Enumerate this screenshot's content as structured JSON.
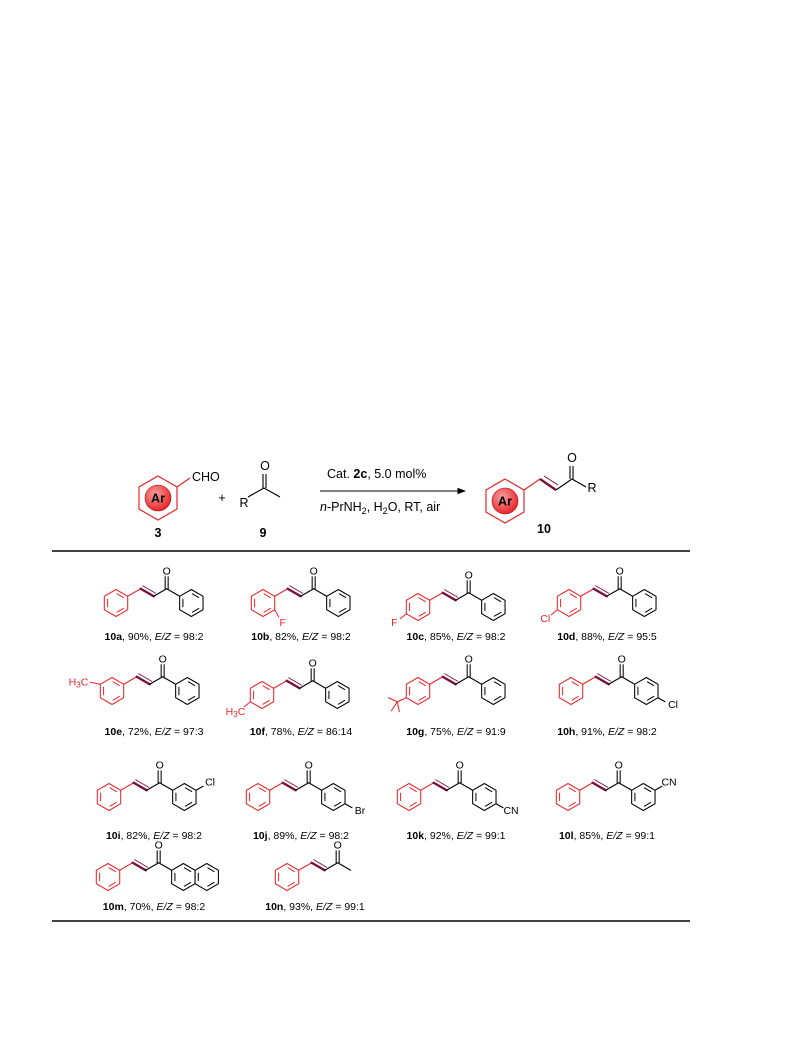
{
  "colors": {
    "ar_red": "#e8262a",
    "bond_purple": "#7a0f3c",
    "rule": "#000000"
  },
  "scheme": {
    "reactant1": {
      "ring_label": "Ar",
      "group": "CHO",
      "number": "3"
    },
    "plus": "+",
    "reactant2": {
      "o_label": "O",
      "r_label": "R",
      "number": "9"
    },
    "conditions": {
      "above": {
        "pre": "Cat. ",
        "bold": "2c",
        "post": ", 5.0 mol%"
      },
      "below": {
        "italic": "n",
        "pre": "-PrNH",
        "sub": "2",
        "mid": ", H",
        "sub2": "2",
        "post": "O, RT, air"
      }
    },
    "product": {
      "ring_label": "Ar",
      "o_label": "O",
      "r_label": "R",
      "number": "10"
    }
  },
  "compounds": [
    {
      "id": "10a",
      "yield": ", 90%, ",
      "ez": " = 98:2"
    },
    {
      "id": "10b",
      "yield": ", 82%, ",
      "ez": " = 98:2",
      "sub": "F"
    },
    {
      "id": "10c",
      "yield": ", 85%, ",
      "ez": " = 98:2",
      "sub": "F"
    },
    {
      "id": "10d",
      "yield": ", 88%, ",
      "ez": " = 95:5",
      "sub": "Cl"
    },
    {
      "id": "10e",
      "yield": ", 72%, ",
      "ez": " = 97:3",
      "sub": "H3C"
    },
    {
      "id": "10f",
      "yield": ", 78%, ",
      "ez": " = 86:14",
      "sub": "H3C"
    },
    {
      "id": "10g",
      "yield": ", 75%, ",
      "ez": " = 91:9"
    },
    {
      "id": "10h",
      "yield": ", 91%, ",
      "ez": " = 98:2",
      "sub": "Cl"
    },
    {
      "id": "10i",
      "yield": ", 82%, ",
      "ez": " = 98:2",
      "sub": "Cl"
    },
    {
      "id": "10j",
      "yield": ", 89%, ",
      "ez": " = 98:2",
      "sub": "Br"
    },
    {
      "id": "10k",
      "yield": ", 92%, ",
      "ez": " = 99:1",
      "sub": "CN"
    },
    {
      "id": "10l",
      "yield": ", 85%, ",
      "ez": " = 99:1",
      "sub": "CN"
    },
    {
      "id": "10m",
      "yield": ", 70%, ",
      "ez": " = 98:2"
    },
    {
      "id": "10n",
      "yield": ", 93%, ",
      "ez": " = 99:1"
    }
  ],
  "labels": {
    "o": "O",
    "ez_italic": "E/Z"
  }
}
